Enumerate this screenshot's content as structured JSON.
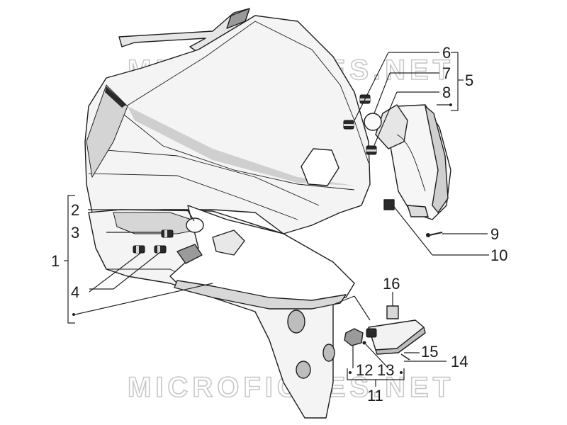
{
  "diagram": {
    "watermark": "MICROFICHES.NET",
    "callouts": [
      {
        "id": "c1",
        "text": "1"
      },
      {
        "id": "c2",
        "text": "2"
      },
      {
        "id": "c3",
        "text": "3"
      },
      {
        "id": "c4",
        "text": "4"
      },
      {
        "id": "c5",
        "text": "5"
      },
      {
        "id": "c6",
        "text": "6"
      },
      {
        "id": "c7",
        "text": "7"
      },
      {
        "id": "c8",
        "text": "8"
      },
      {
        "id": "c9",
        "text": "9"
      },
      {
        "id": "c10",
        "text": "10"
      },
      {
        "id": "c11",
        "text": "11"
      },
      {
        "id": "c12",
        "text": "12"
      },
      {
        "id": "c13",
        "text": "13"
      },
      {
        "id": "c14",
        "text": "14"
      },
      {
        "id": "c15",
        "text": "15"
      },
      {
        "id": "c16",
        "text": "16"
      }
    ]
  },
  "colors": {
    "body_fill": "#f4f4f4",
    "shadow_fill": "#cfcfcf",
    "dark_fill": "#8a8a8a",
    "line": "#1e1e1e",
    "watermark_stroke": "#c8c8c8"
  }
}
